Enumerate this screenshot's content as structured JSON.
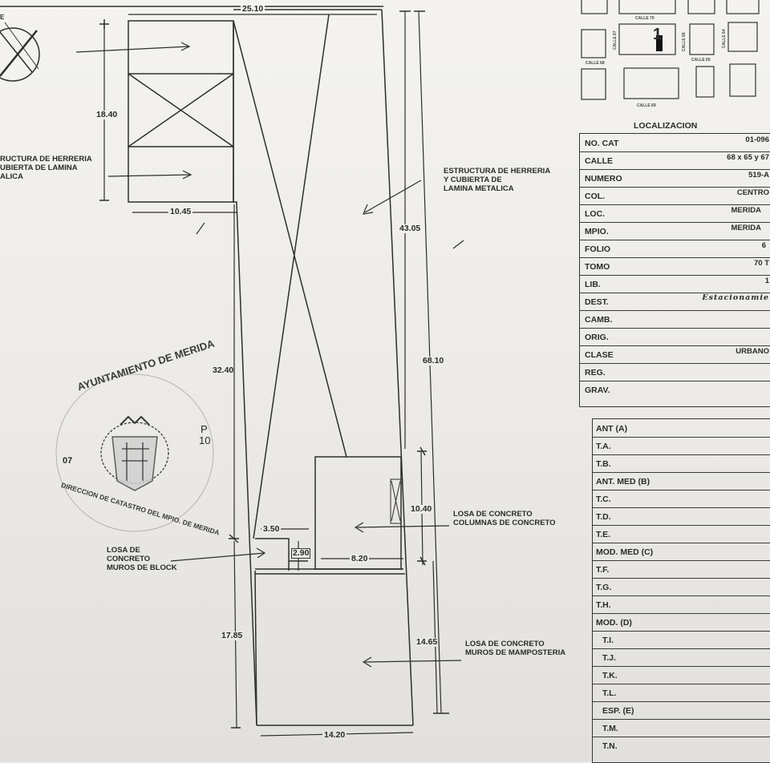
{
  "plan": {
    "dims": {
      "top_width": "25.10",
      "d_18_40": "18.40",
      "d_10_45": "10.45",
      "d_43_05": "43.05",
      "d_32_40": "32.40",
      "d_68_10": "68.10",
      "d_10_40": "10.40",
      "d_3_50": "3.50",
      "d_2_90": "2.90",
      "d_8_20": "8.20",
      "d_17_85": "17.85",
      "d_14_65": "14.65",
      "d_14_20": "14.20"
    },
    "notes": {
      "left_structure": [
        "RUCTURA DE HERRERIA",
        "UBIERTA DE LAMINA",
        "ALICA"
      ],
      "center_structure": [
        "ESTRUCTURA DE HERRERIA",
        "Y CUBIERTA DE",
        "LAMINA METALICA"
      ],
      "losa_block": [
        "LOSA DE",
        "CONCRETO",
        "MUROS DE BLOCK"
      ],
      "losa_columnas": [
        "LOSA DE CONCRETO",
        "COLUMNAS DE CONCRETO"
      ],
      "losa_mamposteria": [
        "LOSA DE CONCRETO",
        "MUROS DE MAMPOSTERIA"
      ]
    },
    "north_label": "E"
  },
  "stamp": {
    "ring_top": "AYUNTAMIENTO DE MERIDA",
    "ring_bottom": "DIRECCION DE CATASTRO DEL MPIO. DE MERIDA",
    "left_code": "07",
    "right_code_1": "P",
    "right_code_2": "10"
  },
  "location": {
    "title": "LOCALIZACION",
    "lot_number": "1",
    "street_labels": [
      "CALLE 70",
      "CALLE 67",
      "CALLE 68",
      "CALLE 69",
      "CALLE 65",
      "CALLE 66",
      "CALLE 64"
    ]
  },
  "info_rows": [
    {
      "key": "NO. CAT",
      "value": "01-096"
    },
    {
      "key": "CALLE",
      "value": "68 x 65 y 67"
    },
    {
      "key": "NUMERO",
      "value": "519-A"
    },
    {
      "key": "COL.",
      "value": "CENTRO"
    },
    {
      "key": "LOC.",
      "value": "MERIDA"
    },
    {
      "key": "MPIO.",
      "value": "MERIDA"
    },
    {
      "key": "FOLIO",
      "value": "6"
    },
    {
      "key": "TOMO",
      "value": "70 T"
    },
    {
      "key": "LIB.",
      "value": "1"
    },
    {
      "key": "DEST.",
      "value": "Estacionamie"
    },
    {
      "key": "CAMB.",
      "value": ""
    },
    {
      "key": "ORIG.",
      "value": ""
    },
    {
      "key": "CLASE",
      "value": "URBANO"
    },
    {
      "key": "REG.",
      "value": ""
    },
    {
      "key": "GRAV.",
      "value": ""
    }
  ],
  "valuation_rows": [
    "ANT (A)",
    "T.A.",
    "T.B.",
    "ANT. MED (B)",
    "T.C.",
    "T.D.",
    "T.E.",
    "MOD. MED (C)",
    "T.F.",
    "T.G.",
    "T.H.",
    "MOD. (D)",
    "T.I.",
    "T.J.",
    "T.K.",
    "T.L.",
    "ESP. (E)",
    "T.M.",
    "T.N."
  ]
}
